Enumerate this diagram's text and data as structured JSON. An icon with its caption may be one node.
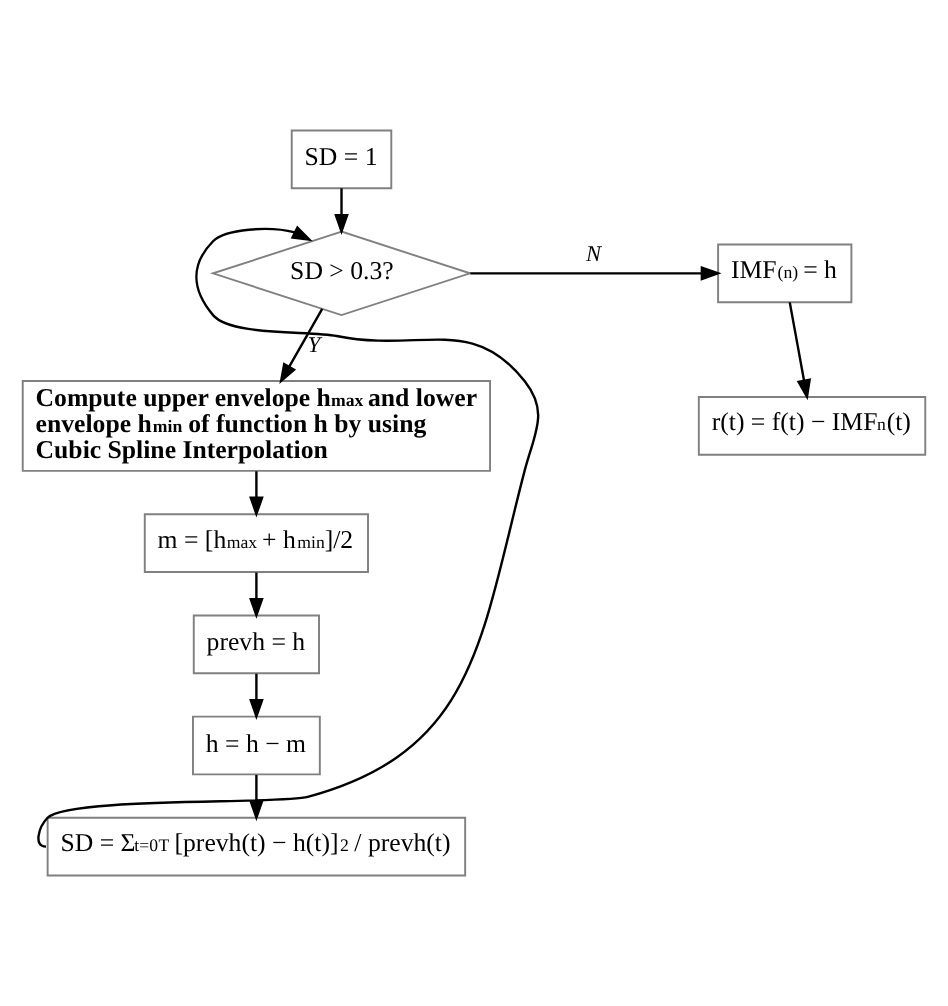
{
  "diagram": {
    "nodes": [
      {
        "text": [
          "SD = 1"
        ]
      },
      {
        "text": [
          "SD > 0.3?"
        ]
      },
      {
        "text": [
          "IMF$_{(n)}$ = h"
        ]
      },
      {
        "text": [
          "Compute upper envelope h$_{max}$ and lower envelope h$_{min}$ of function h by using Cubic Spline Interpolation"
        ]
      },
      {
        "text": [
          "r(t) = f(t) − IMF$_{n}$(t)"
        ]
      },
      {
        "text": [
          "m = [h$_{max}$ + h$_{min}$]/2"
        ]
      },
      {
        "text": [
          "prevh = h"
        ]
      },
      {
        "text": [
          "h = h − m"
        ]
      },
      {
        "text": [
          "SD = Σ$_{t=0}$$^{T}$ [prevh(t) − h(t)]$^{2}$ / prevh(t)"
        ]
      }
    ],
    "edges": [
      {
        "from": 0,
        "to": 1,
        "arrow": "to"
      },
      {
        "from": 1,
        "to": 2,
        "arrow": "to",
        "label": "N"
      },
      {
        "from": 1,
        "to": 3,
        "arrow": "to",
        "label": "Y"
      },
      {
        "from": 2,
        "to": 4,
        "arrow": "to"
      },
      {
        "from": 3,
        "to": 5,
        "arrow": "to"
      },
      {
        "from": 5,
        "to": 6,
        "arrow": "to"
      },
      {
        "from": 6,
        "to": 7,
        "arrow": "to"
      },
      {
        "from": 7,
        "to": 8,
        "arrow": "to"
      },
      {
        "from": 8,
        "to": 1,
        "arrow": "to"
      }
    ]
  }
}
